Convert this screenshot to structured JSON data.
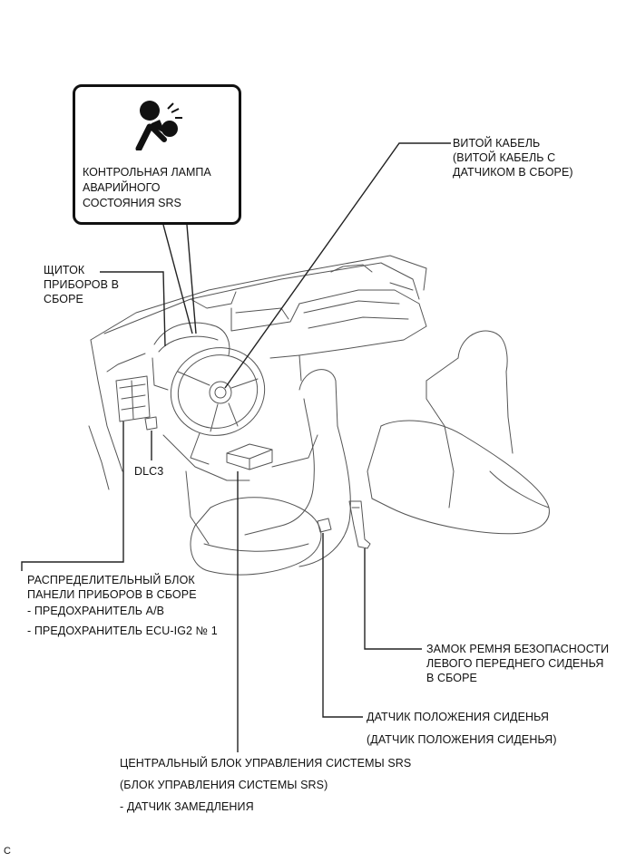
{
  "warning_lamp": {
    "icon": "airbag-warning-icon",
    "lines": [
      "КОНТРОЛЬНАЯ ЛАМПА",
      "АВАРИЙНОГО",
      "СОСТОЯНИЯ SRS"
    ]
  },
  "labels": {
    "spiral_cable": [
      "ВИТОЙ КАБЕЛЬ",
      "(ВИТОЙ КАБЕЛЬ С",
      "ДАТЧИКОМ В СБОРЕ)"
    ],
    "instrument_cluster": [
      "ЩИТОК",
      "ПРИБОРОВ В",
      "СБОРЕ"
    ],
    "dlc3": "DLC3",
    "junction_block": [
      "РАСПРЕДЕЛИТЕЛЬНЫЙ БЛОК",
      "ПАНЕЛИ ПРИБОРОВ В СБОРЕ"
    ],
    "junction_block_items": [
      "- ПРЕДОХРАНИТЕЛЬ A/B",
      "- ПРЕДОХРАНИТЕЛЬ ECU-IG2 № 1"
    ],
    "seat_belt_buckle": [
      "ЗАМОК РЕМНЯ БЕЗОПАСНОСТИ",
      "ЛЕВОГО ПЕРЕДНЕГО СИДЕНЬЯ",
      "В СБОРЕ"
    ],
    "seat_position_sensor": "ДАТЧИК ПОЛОЖЕНИЯ СИДЕНЬЯ",
    "seat_position_sensor_sub": "(ДАТЧИК ПОЛОЖЕНИЯ СИДЕНЬЯ)",
    "center_airbag_sensor": "ЦЕНТРАЛЬНЫЙ БЛОК УПРАВЛЕНИЯ СИСТЕМЫ SRS",
    "center_airbag_sensor_sub": "(БЛОК УПРАВЛЕНИЯ СИСТЕМЫ SRS)",
    "center_airbag_sensor_item": "- ДАТЧИК ЗАМЕДЛЕНИЯ"
  },
  "corner_mark": "C"
}
